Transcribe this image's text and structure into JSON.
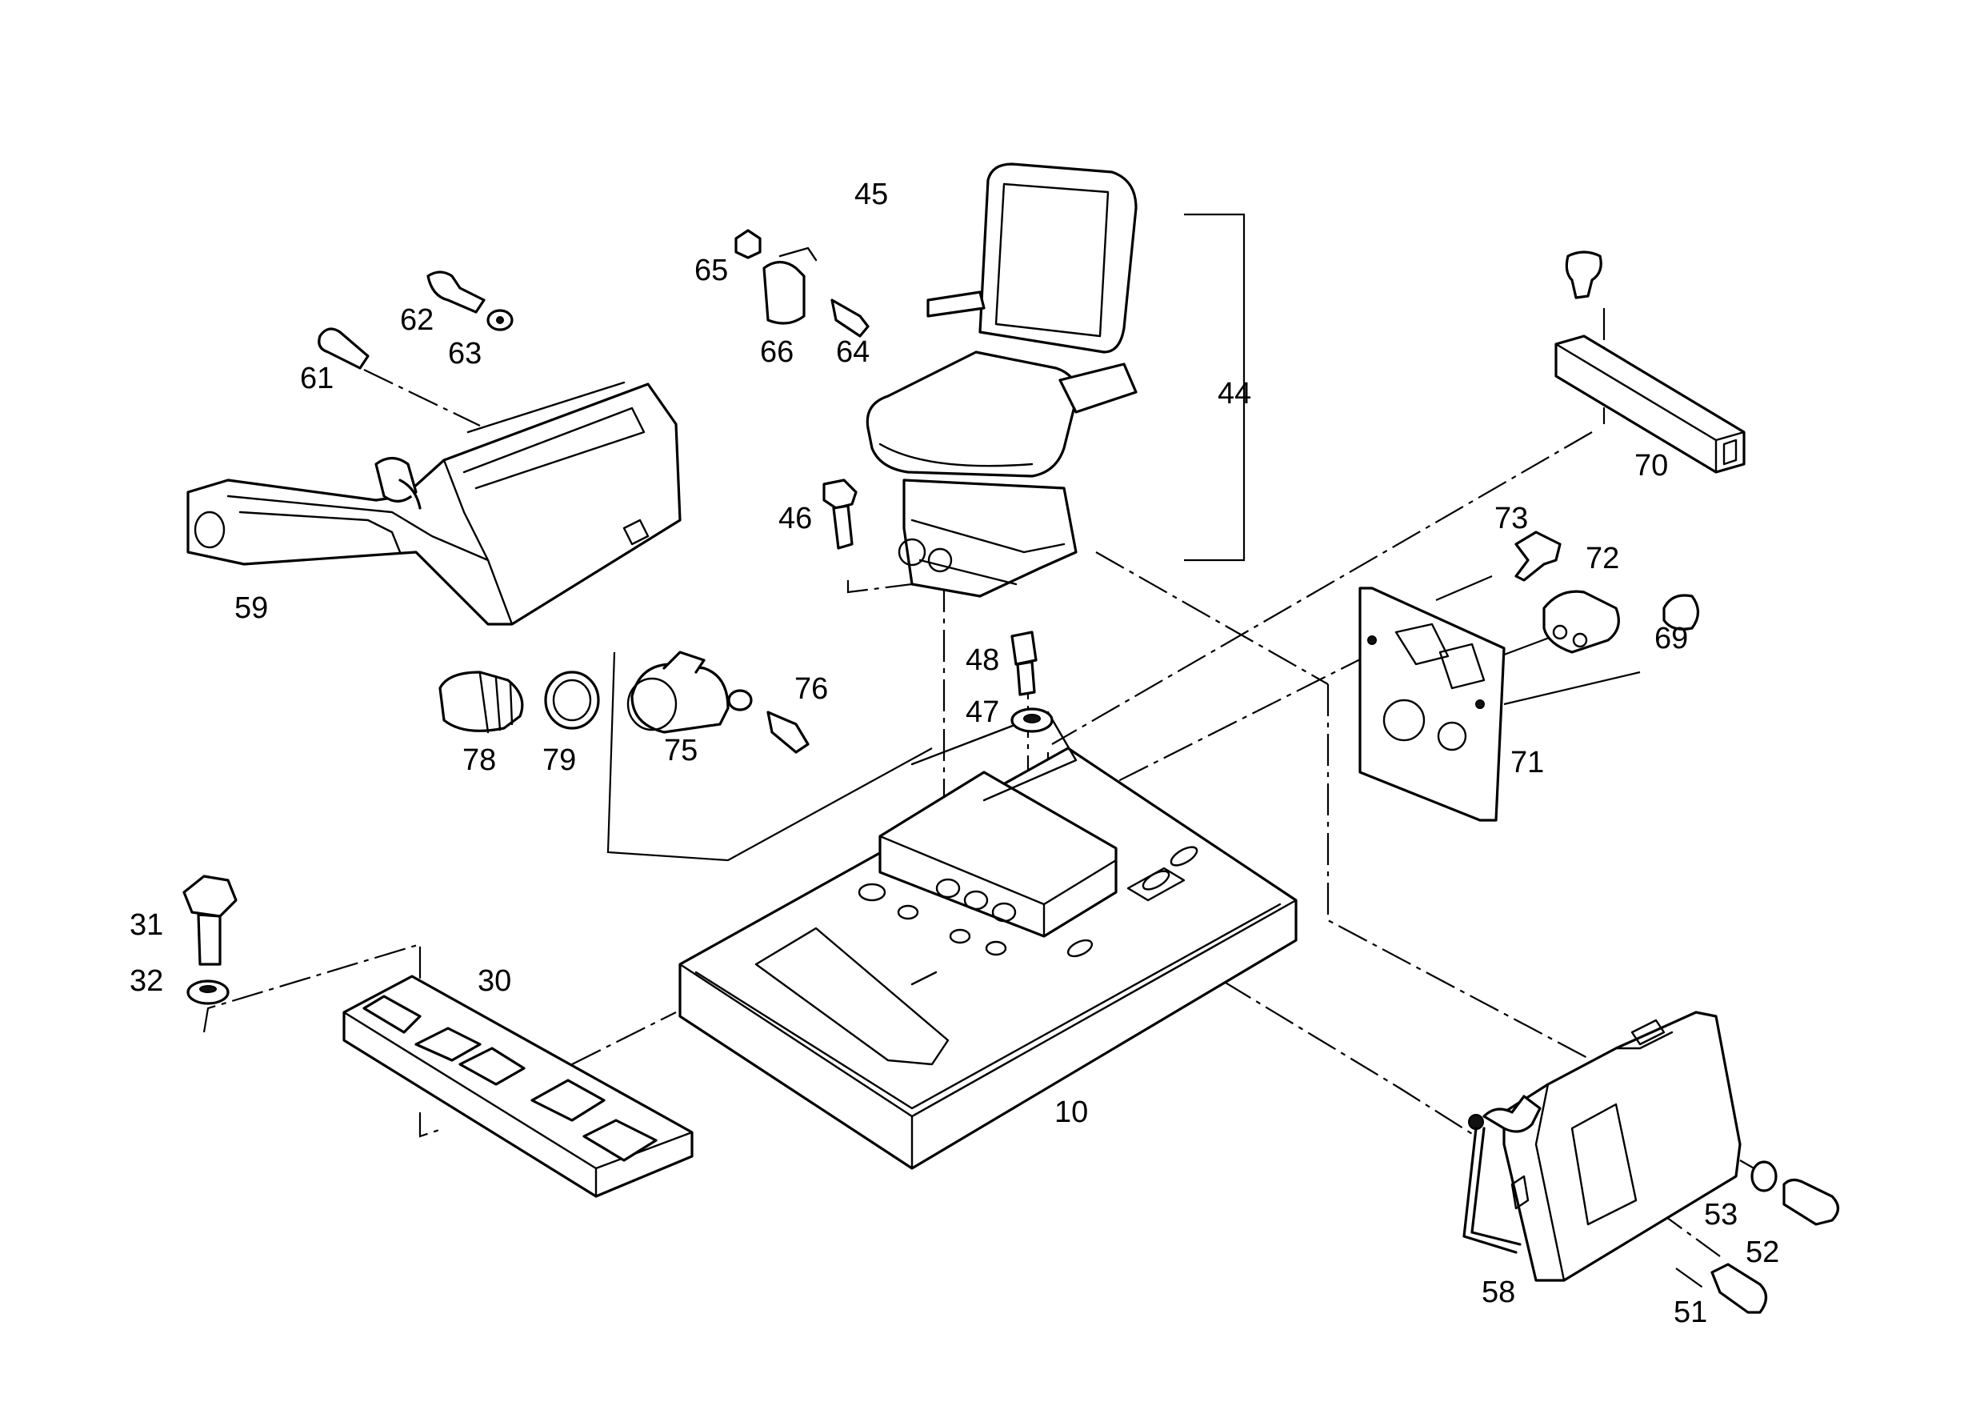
{
  "diagram": {
    "labels": {
      "p10": "10",
      "p30": "30",
      "p31": "31",
      "p32": "32",
      "p44": "44",
      "p45": "45",
      "p46": "46",
      "p47": "47",
      "p48": "48",
      "p51": "51",
      "p52": "52",
      "p53": "53",
      "p58": "58",
      "p59": "59",
      "p61": "61",
      "p62": "62",
      "p63": "63",
      "p64": "64",
      "p65": "65",
      "p66": "66",
      "p69": "69",
      "p70": "70",
      "p71": "71",
      "p72": "72",
      "p73": "73",
      "p75": "75",
      "p76": "76",
      "p78": "78",
      "p79": "79"
    }
  }
}
